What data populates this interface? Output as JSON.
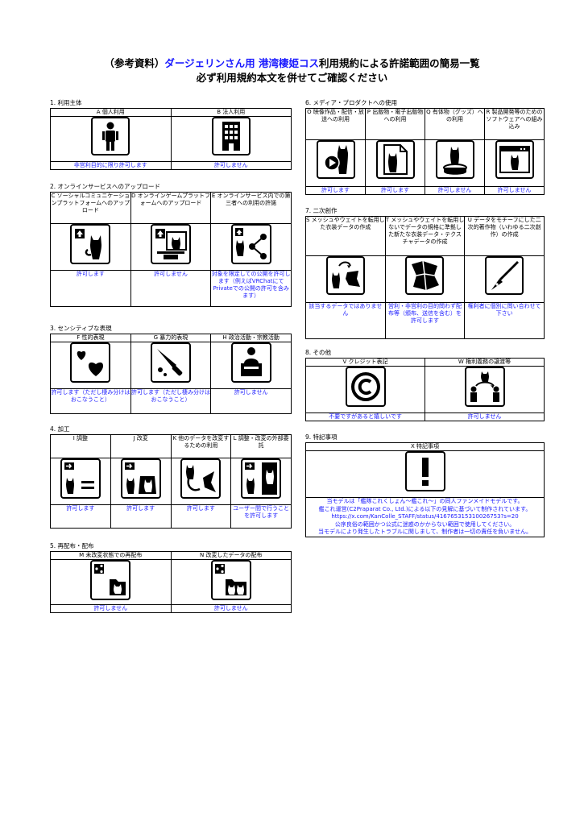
{
  "header": {
    "title_prefix": "（参考資料）",
    "title_blue": "ダージェリンさん用 港湾棲姫コス",
    "title_suffix": "利用規約による許諾範囲の簡易一覧",
    "subtitle": "必ず利用規約本文を併せてご確認ください"
  },
  "s1": {
    "title": "1. 利用主体",
    "headers": [
      "A 個人利用",
      "B 法人利用"
    ],
    "results": [
      "非営利目的に限り許可します",
      "許可しません"
    ],
    "icons": [
      "person-icon",
      "building-icon"
    ]
  },
  "s2": {
    "title": "2. オンラインサービスへのアップロード",
    "headers": [
      "C ソーシャルコミュニケーションプラットフォームへのアップロード",
      "D オンラインゲームプラットフォームへのアップロード",
      "E オンラインサービス内での第三者への利用の許諾"
    ],
    "results": [
      "許可します",
      "許可しません",
      "対象を限定しての公開を許可します（例えばVRChatにてPrivateでの公開の許可を含みます）"
    ],
    "icons": [
      "upload-avatar-icon",
      "upload-monitor-icon",
      "share-network-icon"
    ]
  },
  "s3": {
    "title": "3. センシティブな表現",
    "headers": [
      "F 性的表現",
      "G 暴力的表現",
      "H 政治活動・宗教活動"
    ],
    "results": [
      "許可します（ただし棲み分けはおこなうこと）",
      "許可します（ただし棲み分けはおこなうこと）",
      "許可しません"
    ],
    "icons": [
      "hearts-icon",
      "knife-icon",
      "podium-icon"
    ]
  },
  "s4": {
    "title": "4. 加工",
    "headers": [
      "I 調整",
      "J 改変",
      "K 他のデータを改変するための利用",
      "L 調整・改変の外部委託"
    ],
    "results": [
      "許可します",
      "許可します",
      "許可します",
      "ユーザー間で行うことを許可します"
    ],
    "icons": [
      "adjust-icon",
      "modify-icon",
      "use-for-other-icon",
      "outsource-icon"
    ]
  },
  "s5": {
    "title": "5. 再配布・配布",
    "headers": [
      "M 未改変状態での再配布",
      "N 改変したデータの配布"
    ],
    "results": [
      "許可しません",
      "許可しません"
    ],
    "icons": [
      "redistribute-icon",
      "distribute-modified-icon"
    ]
  },
  "s6": {
    "title": "6. メディア・プロダクトへの使用",
    "headers": [
      "O 映像作品・配信・放送への利用",
      "P 出版物・電子出版物への利用",
      "Q 有体物（グッズ）への利用",
      "R 製品開発等のためのソフトウェアへの組み込み"
    ],
    "results": [
      "許可します",
      "許可します",
      "許可しません",
      "許可しません"
    ],
    "icons": [
      "video-icon",
      "document-icon",
      "figure-icon",
      "software-window-icon"
    ]
  },
  "s7": {
    "title": "7. 二次創作",
    "headers": [
      "S メッシュやウェイトを転用した衣装データの作成",
      "T メッシュやウェイトを転用しないでデータの規格に準拠した新たな衣装データ・テクスチャデータの作成",
      "U データをモチーフにした二次的著作物（いわゆる二次創作）の作成"
    ],
    "results": [
      "該当するデータではありません",
      "営利・非営利の目的問わず配布等（頒布、送信を含む）を許可します",
      "権利者に個別に問い合わせて下さい"
    ],
    "icons": [
      "costume-transfer-icon",
      "cloth-icon",
      "pen-nib-icon"
    ]
  },
  "s8": {
    "title": "8. その他",
    "headers": [
      "V クレジット表記",
      "W 権利義務の譲渡等"
    ],
    "results": [
      "不要ですがあると嬉しいです",
      "許可しません"
    ],
    "icons": [
      "copyright-icon",
      "transfer-rights-icon"
    ]
  },
  "s9": {
    "title": "9. 特記事項",
    "header": "X 特記事項",
    "icon": "exclamation-icon",
    "notes": [
      "当モデルは「艦隊これくしょん～艦これ～」の同人ファンメイドモデルです。",
      "艦これ運営(C2Praparat Co., Ltd.)による以下の見解に基づいて制作されています。",
      "https://x.com/KanColle_STAFF/status/416765315310026753?s=20",
      "公序良俗の範囲かつ公式に迷惑のかからない範囲で使用してください。",
      "当モデルにより発生したトラブルに関しまして、制作者は一切の責任を負いません。"
    ]
  }
}
